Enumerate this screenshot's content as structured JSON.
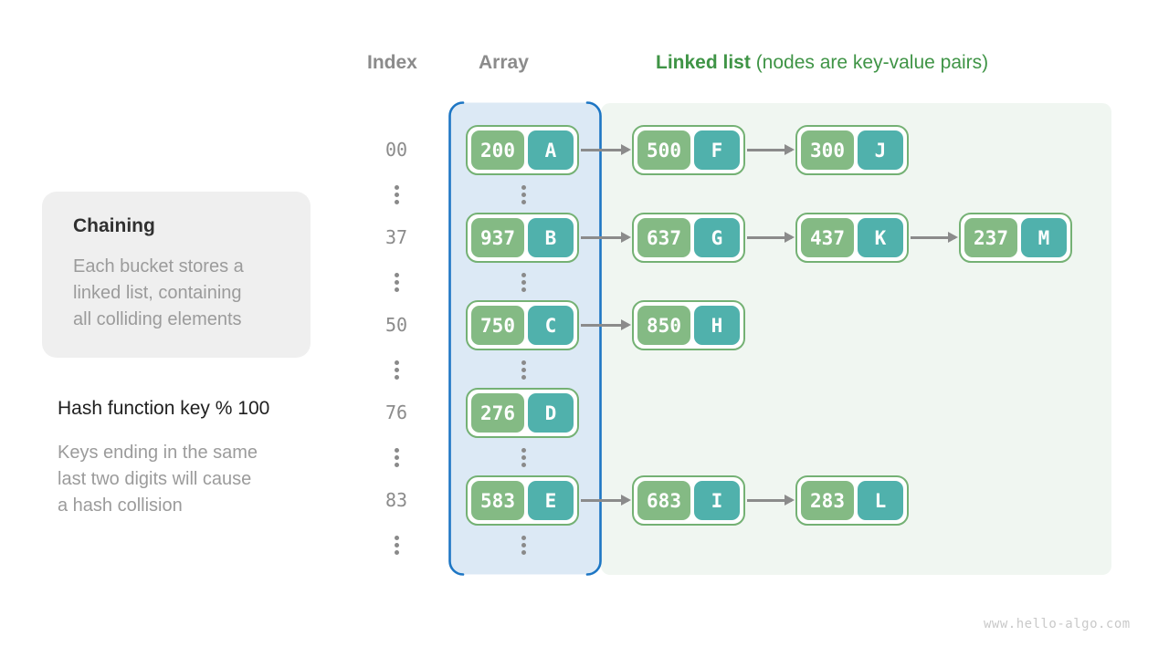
{
  "header": {
    "index": "Index",
    "array": "Array",
    "linked_list_bold": "Linked list",
    "linked_list_note": " (nodes are key-value pairs)"
  },
  "callout": {
    "title": "Chaining",
    "body_lines": [
      "Each bucket stores a",
      "linked list, containing",
      "all colliding elements"
    ]
  },
  "hash_note": {
    "title": "Hash function key % 100",
    "body_lines": [
      "Keys ending in the same",
      "last two digits will cause",
      "a hash collision"
    ]
  },
  "rows": [
    {
      "index": "00",
      "bucket": {
        "key": "200",
        "value": "A"
      },
      "chain": [
        {
          "key": "500",
          "value": "F"
        },
        {
          "key": "300",
          "value": "J"
        }
      ]
    },
    {
      "index": "37",
      "bucket": {
        "key": "937",
        "value": "B"
      },
      "chain": [
        {
          "key": "637",
          "value": "G"
        },
        {
          "key": "437",
          "value": "K"
        },
        {
          "key": "237",
          "value": "M"
        }
      ]
    },
    {
      "index": "50",
      "bucket": {
        "key": "750",
        "value": "C"
      },
      "chain": [
        {
          "key": "850",
          "value": "H"
        }
      ]
    },
    {
      "index": "76",
      "bucket": {
        "key": "276",
        "value": "D"
      },
      "chain": []
    },
    {
      "index": "83",
      "bucket": {
        "key": "583",
        "value": "E"
      },
      "chain": [
        {
          "key": "683",
          "value": "I"
        },
        {
          "key": "283",
          "value": "L"
        }
      ]
    }
  ],
  "watermark": "www.hello-algo.com",
  "colors": {
    "key_pill": "#84ba84",
    "value_pill": "#50b1ac",
    "node_border": "#74b174",
    "array_fill": "#dce9f5",
    "array_bracket": "#1d76c4",
    "linked_list_panel": "#f0f6f1",
    "heading_green": "#3f9446",
    "gray_text": "#8b8b8b"
  }
}
